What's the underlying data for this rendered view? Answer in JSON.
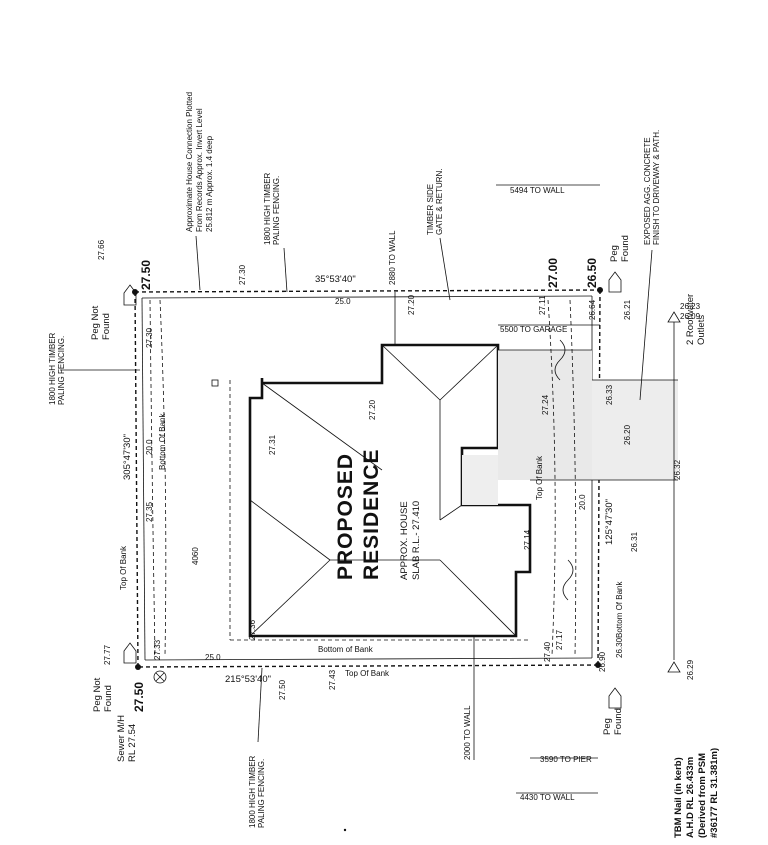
{
  "notes": {
    "house_connection": [
      "Approximate House Connection Plotted",
      "From Records Approx. Invert Level",
      "25.812 m Approx. 1.4 deep"
    ],
    "fence_top": [
      "1800 HIGH TIMBER",
      "PALING FENCING."
    ],
    "fence_left": [
      "1800 HIGH TIMBER",
      "PALING FENCING."
    ],
    "fence_bottom": [
      "1800 HIGH TIMBER",
      "PALING FENCING."
    ],
    "timber_gate": [
      "TIMBER SIDE",
      "GATE & RETURN."
    ],
    "exposed_concrete": [
      "EXPOSED AGG. CONCRETE",
      "FINISH TO DRIVEWAY & PATH."
    ],
    "roofwater": [
      "2 Roofwater",
      "Outlets"
    ],
    "sewer": [
      "Sewer M/H",
      "RL 27.54"
    ],
    "tbm": [
      "TBM Nail (in kerb)",
      "A.H.D RL 26.433m",
      "(Derived from PSM",
      "#36177 RL 31.381m)"
    ]
  },
  "residence": {
    "title_line1": "PROPOSED",
    "title_line2": "RESIDENCE",
    "slab_line1": "APPROX. HOUSE",
    "slab_line2": "SLAB R.L.- 27.410"
  },
  "pegs": {
    "peg_found_top": [
      "Peg",
      "Found"
    ],
    "peg_found_bottom": [
      "Peg",
      "Found"
    ],
    "peg_not_found_top": [
      "Peg Not",
      "Found"
    ],
    "peg_not_found_bottom": [
      "Peg Not",
      "Found"
    ]
  },
  "boundaries": {
    "top_bearing": "35°53'40\"",
    "top_length": "25.0",
    "bottom_bearing": "215°53'40\"",
    "bottom_length": "25.0",
    "left_bearing": "305°47'30\"",
    "left_length": "20.0",
    "right_bearing": "125°47'30\"",
    "right_length": "20.0"
  },
  "setbacks": {
    "to_wall_top": "5494 TO WALL",
    "to_wall_2880": "2880 TO WALL",
    "to_garage": "5500 TO GARAGE",
    "to_wall_2000": "2000 TO WALL",
    "to_pier": "3590 TO PIER",
    "to_wall_bottom": "4430 TO WALL",
    "dim_4060": "4060"
  },
  "banks": {
    "bottom_left": "Bottom Of Bank",
    "top_left": "Top Of Bank",
    "top_right": "Top Of Bank",
    "bottom_right": "Bottom Of Bank",
    "bottom_of_bank_lower": "Bottom of Bank",
    "top_of_bank_lower": "Top Of Bank"
  },
  "levels": {
    "corner_tl": "27.50",
    "corner_bl": "27.50",
    "corner_tr_a": "27.00",
    "corner_tr_b": "26.50",
    "l_2766": "27.66",
    "l_2730_top": "27.30",
    "l_2720_top": "27.20",
    "l_2711": "27.11",
    "l_2664": "26.64",
    "l_2621": "26.21",
    "l_2623": "26.23",
    "l_2609": "26.09",
    "l_2630_left": "27.30",
    "l_2735_left": "27.35",
    "l_2733": "27.33",
    "l_2777": "27.77",
    "l_2743": "27.43",
    "l_2750_b": "27.50",
    "l_2740": "27.40",
    "l_2747": "27.17",
    "l_2690": "26.90",
    "l_2630_b": "26.30",
    "l_2629": "26.29",
    "l_2632": "26.32",
    "l_2631": "26.31",
    "l_2620": "26.20",
    "l_2633": "26.33",
    "l_2714": "27.14",
    "l_2724": "27.24",
    "l_2731": "27.31",
    "l_2720_in": "27.20",
    "l_2736": "27.36"
  }
}
